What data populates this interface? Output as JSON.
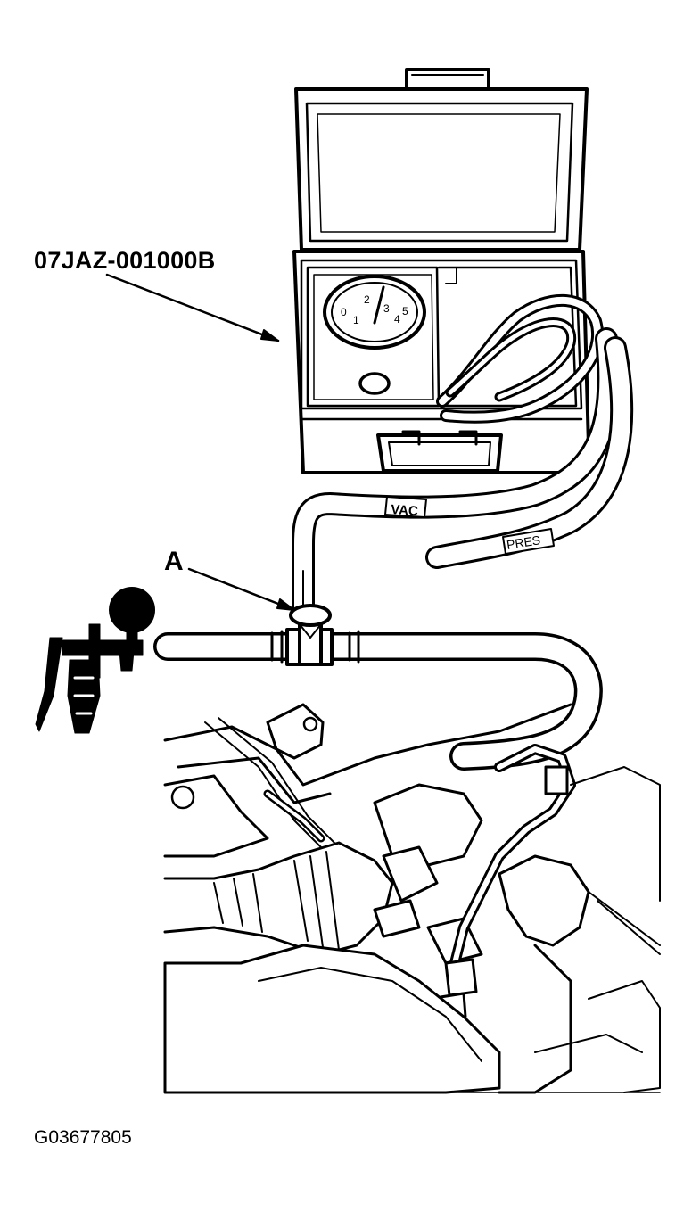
{
  "labels": {
    "part_number": "07JAZ-001000B",
    "callout_a": "A",
    "hose_vac": "VAC",
    "hose_pres": "PRES",
    "figure_id": "G03677805"
  },
  "gauge": {
    "scale": [
      "0",
      "1",
      "2",
      "3",
      "4",
      "5"
    ]
  },
  "colors": {
    "ink": "#000000",
    "paper": "#ffffff"
  }
}
